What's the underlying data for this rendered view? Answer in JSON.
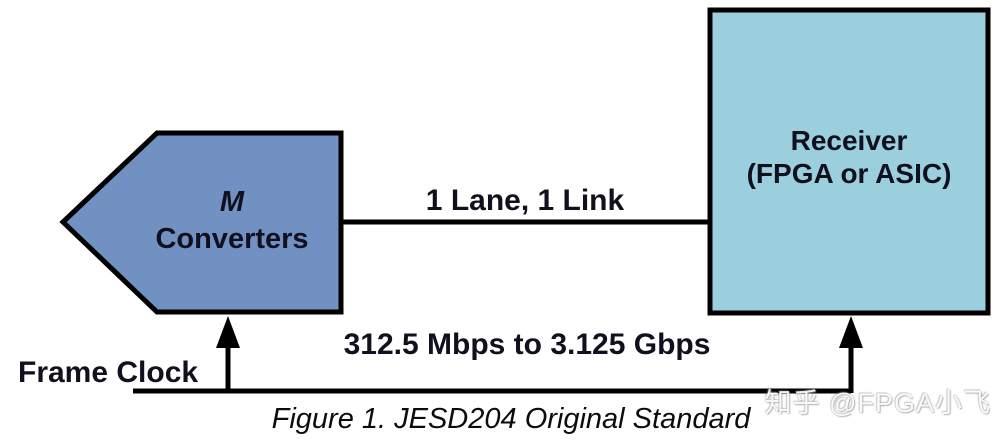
{
  "figure": {
    "caption": "Figure 1. JESD204 Original Standard",
    "watermark": "知乎 @FPGA小飞"
  },
  "diagram": {
    "converters_block": {
      "line1": "M",
      "line2": "Converters"
    },
    "receiver_block": {
      "line1": "Receiver",
      "line2": "(FPGA or ASIC)"
    },
    "link_label": "1 Lane, 1 Link",
    "rate_label": "312.5 Mbps to 3.125 Gbps",
    "frame_clock_label": "Frame Clock"
  },
  "colors": {
    "converters_fill": "#7191c3",
    "receiver_fill": "#9bcfdd",
    "line_color": "#000000",
    "label_color": "#10101e"
  }
}
